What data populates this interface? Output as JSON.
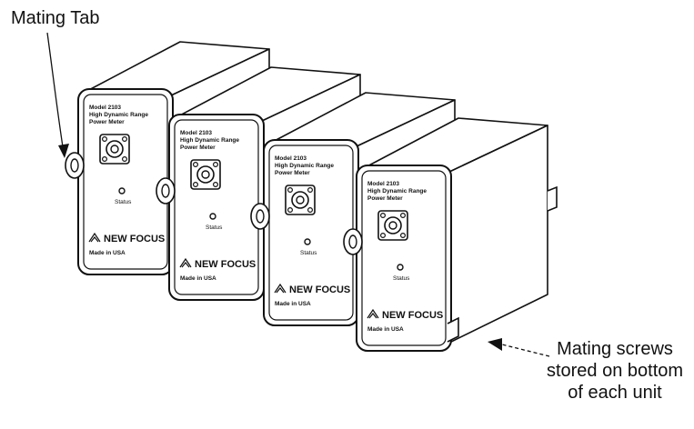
{
  "callouts": {
    "mating_tab": "Mating Tab",
    "mating_screws": [
      "Mating screws",
      "stored on bottom",
      "of each unit"
    ]
  },
  "unit": {
    "model_line": "Model 2103",
    "name_line_1": "High Dynamic Range",
    "name_line_2": "Power Meter",
    "status_label": "Status",
    "brand": "NEW FOCUS",
    "made_in": "Made in USA"
  },
  "colors": {
    "ink": "#111111",
    "paper": "#ffffff"
  }
}
